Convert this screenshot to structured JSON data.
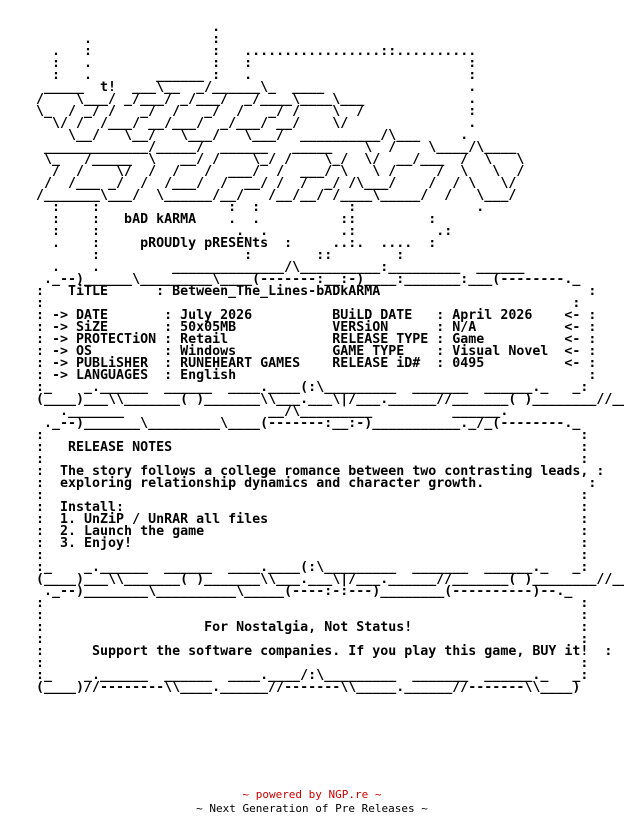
{
  "nfo_art": "                      .\n      .               :\n  .   :               :   .................::..........\n  :   .               :   :                           :\n  :   .        ______ :   .                           :\n _____  t!  ___\\__  _/______\\_  ____                  .\n/    \\___/ _/___/ _/___/  _/____\\____\\___             .\n\\_  / _/ /   _/  /   _/  /   _/ /    \\  /             :\n  \\/ /  /___/ __/___/  _/___/ __/    \\/               .\n    \\__/   \\__/   \\___/   \\___/  __________/\\___     .\n _____________/_____/  ______   _____    \\  /    \\____/\\____\n \\_   /_____  \\   __/ /    \\_/ /    \\_/  \\/  __/___  /  \\   \\\n  /  /    \\/  /  /   /  ___/  /  ___/ \\   \\ /     /  \\   \\  /\n /  /___ _/  /  /___/  /  __/ /  /  _/ /\\___/    /  / \\   \\/\n/_______\\___/  \\______/__/   /__/__/ /____\\_____/  /   \\___/\n  :    :                :  :           :               .\n  :    :   bAD kARMA    .  .          ::         :\n  :    :                 .  .         .:          .:\n  .    :     pROUDly pRESENts  :     ..:.  ....  :\n       :                  :        ::        :\n  .    .         ______________/\\__________:_________  ______\n ._--)______\\_________\\____(-------:__:-)____:_______:___(--------._",
  "nfo_text": "\n:   TiTLE      : Between_The_Lines-bADkARMA                          :\n:                                                                  :\n: -> DATE       : July 2026          BUiLD DATE   : April 2026    <- :\n: -> SiZE       : 50x05MB            VERSiON      : N/A           <- :\n: -> PROTECTiON : Retail             RELEASE TYPE : Game          <- :\n: -> OS         : Windows            GAME TYPE    : Visual Novel  <- :\n: -> PUBLiSHER  : RUNEHEART GAMES    RELEASE iD#  : 0495          <- :\n: -> LANGUAGES  : English                                            :\n:_    _.______  ______  ____.____(:\\_________  _______  ______._   _:\n(____)___\\\\_______( )_______\\\\___.___\\|/___.______//_______( )________//___)",
  "nfo_release": "\n   ._______                  __/\\_________          ______.\n ._--)_______\\_________\\____(-------:__:-)___________._/_(--------._\n:                                                                   :\n:   RELEASE NOTES                                                   :\n:                                                                   :\n:  The story follows a college romance between two contrasting leads, :\n:  exploring relationship dynamics and character growth.             :\n:                                                                   :\n:  Install:                                                         :\n:  1. UnZiP / UnRAR all files                                       :\n:  2. Launch the game                                               :\n:  3. Enjoy!                                                        :\n:                                                                   :\n:_    _.______  ______  ____.____(:\\_________  _______  ______._   _:\n(____)___\\\\_______( )_______\\\\___.___\\|/___.______//_______( )________//___)",
  "nfo_outro": "\n ._--)________\\__________\\_____(----:-:---)________(----------)--._\n:                                                                   :\n:                                                                   :\n:                    For Nostalgia, Not Status!                     :\n:                                                                   :\n:      Support the software companies. If you play this game, BUY it!  :\n:                                                                   :\n:_    _.______  ______  ____.____/:\\_________  _______  ______._   _:\n(____)//--------\\\\____.______//-------\\\\_____.______//-------\\\\____)",
  "footer": {
    "line1_prefix": "~ powered by ",
    "line1_link": "NGP.re",
    "line1_suffix": " ~",
    "line2": "~ Next Generation of Pre Releases ~"
  },
  "colors": {
    "text": "#000000",
    "footer_accent": "#cc0000",
    "background": "#ffffff"
  }
}
